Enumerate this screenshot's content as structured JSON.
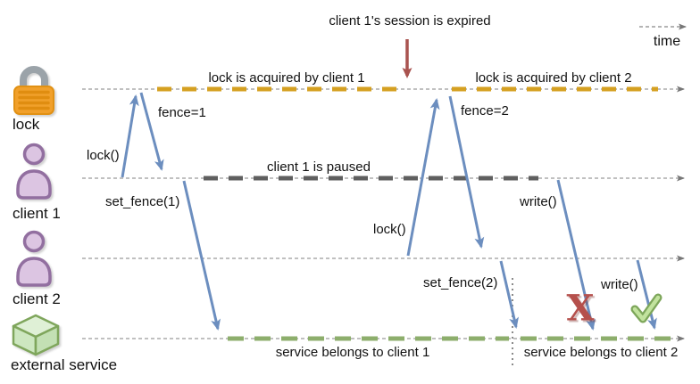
{
  "colors": {
    "arrow_blue": "#6c8ebf",
    "arrow_red": "#a9534f",
    "lock_dash": "#d5a021",
    "pause_dash": "#5f5f5f",
    "service_dash": "#8dae6c",
    "timeline_gray": "#9b9b9b",
    "fail_red": "#b5504c",
    "check_green_dark": "#7da65a",
    "check_green_light": "#c2e39e",
    "text": "#111111"
  },
  "header": {
    "session_expired": "client 1's session is expired",
    "time": "time"
  },
  "actors": {
    "lock": "lock",
    "client1": "client 1",
    "client2": "client 2",
    "service": "external service"
  },
  "spans": {
    "lock_by_client1": "lock is acquired by client 1",
    "lock_by_client2": "lock is acquired by client 2",
    "client1_paused": "client 1 is paused",
    "service_client1": "service belongs to client 1",
    "service_client2": "service belongs to client 2"
  },
  "messages": {
    "lock1": "lock()",
    "fence1": "fence=1",
    "set_fence1": "set_fence(1)",
    "lock2": "lock()",
    "fence2": "fence=2",
    "set_fence2": "set_fence(2)",
    "write1": "write()",
    "write2": "write()"
  },
  "status": {
    "fail_mark": "X"
  }
}
